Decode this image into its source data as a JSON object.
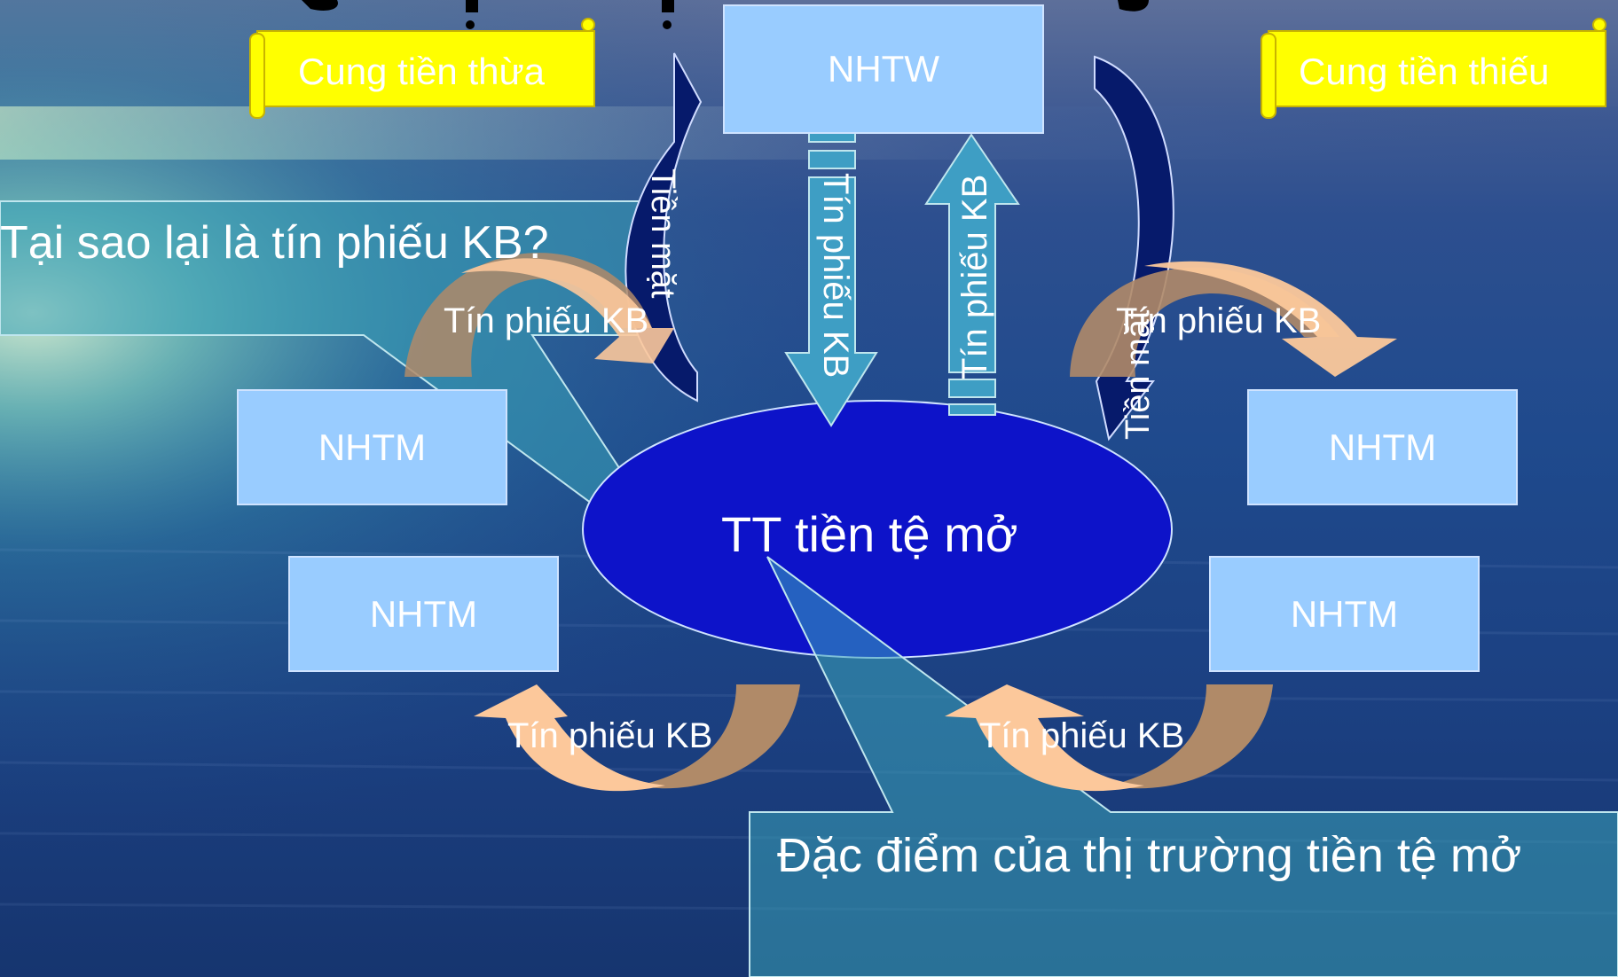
{
  "diagram": {
    "title_fragment": "",
    "nhtw": "NHTW",
    "center": "TT tiền tệ mở",
    "nhtm_top_left": "NHTM",
    "nhtm_bottom_left": "NHTM",
    "nhtm_top_right": "NHTM",
    "nhtm_bottom_right": "NHTM",
    "cung_thua": "Cung tiền thừa",
    "cung_thieu": "Cung tiền thiếu",
    "arrow_down_label": "Tín phiếu KB",
    "arrow_up_label": "Tín phiếu KB",
    "tien_mat_left": "Tiền mặt",
    "tien_mat_right": "Tiền mặt",
    "arc_top_left": "Tín phiếu KB",
    "arc_top_right": "Tín phiếu KB",
    "arc_bottom_left": "Tín phiếu KB",
    "arc_bottom_right": "Tín phiếu KB",
    "callout_question": "Tại sao lại là tín phiếu KB?",
    "callout_features": "Đặc điểm của thị trường tiền tệ mở"
  },
  "colors": {
    "box_fill": "#99ccff",
    "ellipse_fill": "#0d13c9",
    "scroll_fill": "#ffff00",
    "curve_arrow": "#061a6b",
    "arc_light": "#fcc89b",
    "arc_dark": "#b08a68",
    "callout": "#3aa3b8"
  }
}
